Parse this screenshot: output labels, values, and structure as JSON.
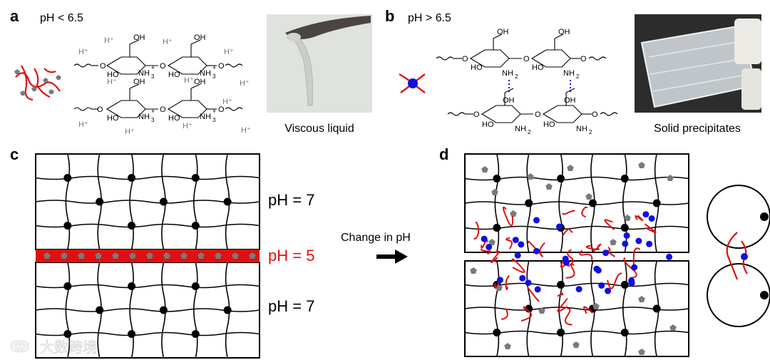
{
  "panel_a": {
    "letter": "a",
    "condition": "pH < 6.5",
    "proton": "H⁺",
    "photo_caption": "Viscous liquid"
  },
  "panel_b": {
    "letter": "b",
    "condition": "pH > 6.5",
    "photo_caption": "Solid precipitates"
  },
  "panel_c": {
    "letter": "c",
    "ph_top": "pH = 7",
    "ph_middle": "pH = 5",
    "ph_bottom": "pH = 7"
  },
  "arrow": {
    "label": "Change in pH"
  },
  "panel_d": {
    "letter": "d"
  },
  "chem": {
    "oh": "OH",
    "ho": "HO",
    "o": "O",
    "nh3": "NH",
    "nh2": "NH",
    "subscript_3": "3",
    "subscript_2": "2",
    "plus": "+"
  },
  "watermark": "大数跨境",
  "colors": {
    "red": "#e01010",
    "blue": "#1010e0",
    "grey_particle": "#7a7a7a",
    "grey_text": "#777777"
  }
}
